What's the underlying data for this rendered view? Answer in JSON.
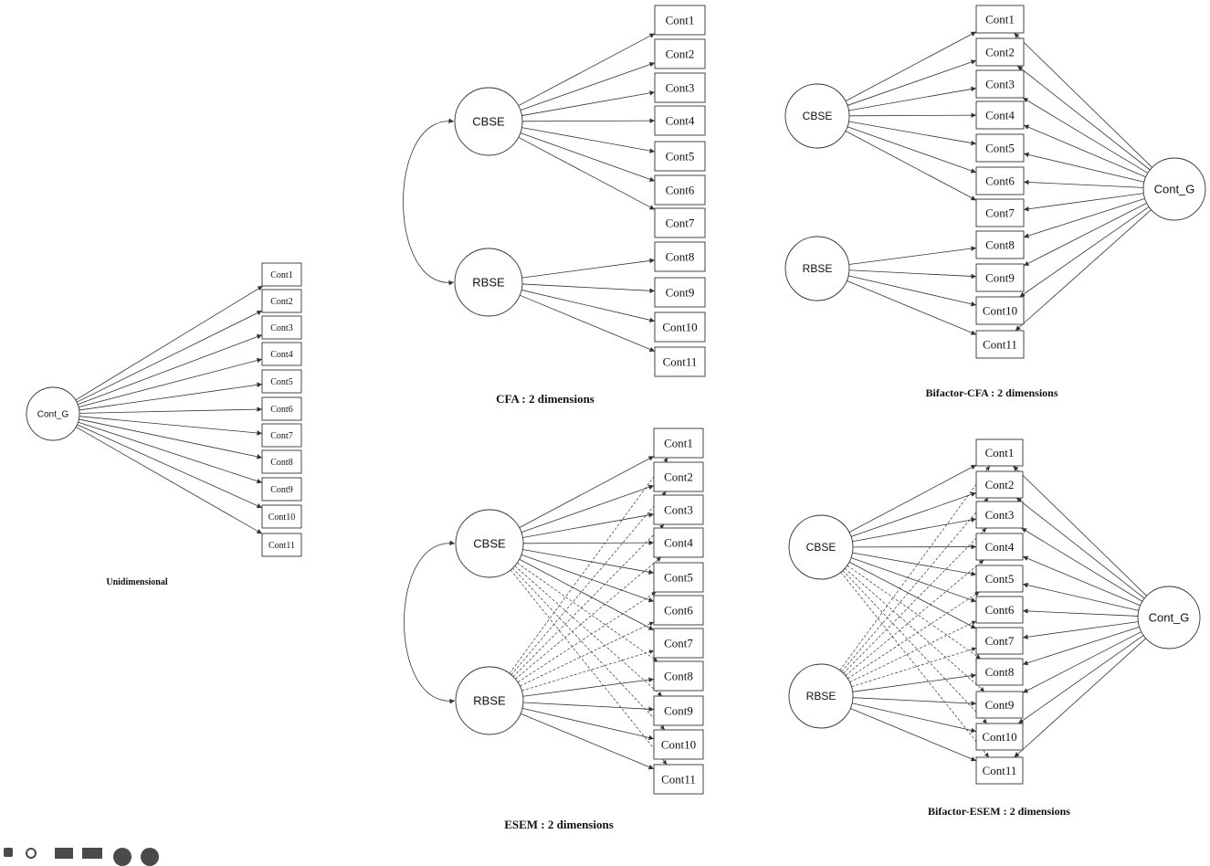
{
  "models": [
    {
      "id": "unidimensional",
      "caption": "Unidimensional",
      "general_factor": "Cont_G",
      "factors": [],
      "indicators": [
        "Cont1",
        "Cont2",
        "Cont3",
        "Cont4",
        "Cont5",
        "Cont6",
        "Cont7",
        "Cont8",
        "Cont9",
        "Cont10",
        "Cont11"
      ],
      "cross_loadings": false
    },
    {
      "id": "cfa",
      "caption": "CFA : 2 dimensions",
      "general_factor": null,
      "factors": [
        {
          "name": "CBSE",
          "indicators": [
            "Cont1",
            "Cont2",
            "Cont3",
            "Cont4",
            "Cont5",
            "Cont6",
            "Cont7"
          ]
        },
        {
          "name": "RBSE",
          "indicators": [
            "Cont8",
            "Cont9",
            "Cont10",
            "Cont11"
          ]
        }
      ],
      "factor_correlation": true,
      "indicators": [
        "Cont1",
        "Cont2",
        "Cont3",
        "Cont4",
        "Cont5",
        "Cont6",
        "Cont7",
        "Cont8",
        "Cont9",
        "Cont10",
        "Cont11"
      ],
      "cross_loadings": false
    },
    {
      "id": "bifactor-cfa",
      "caption": "Bifactor-CFA : 2 dimensions",
      "general_factor": "Cont_G",
      "factors": [
        {
          "name": "CBSE",
          "indicators": [
            "Cont1",
            "Cont2",
            "Cont3",
            "Cont4",
            "Cont5",
            "Cont6",
            "Cont7"
          ]
        },
        {
          "name": "RBSE",
          "indicators": [
            "Cont8",
            "Cont9",
            "Cont10",
            "Cont11"
          ]
        }
      ],
      "factor_correlation": false,
      "indicators": [
        "Cont1",
        "Cont2",
        "Cont3",
        "Cont4",
        "Cont5",
        "Cont6",
        "Cont7",
        "Cont8",
        "Cont9",
        "Cont10",
        "Cont11"
      ],
      "cross_loadings": false
    },
    {
      "id": "esem",
      "caption": "ESEM : 2 dimensions",
      "general_factor": null,
      "factors": [
        {
          "name": "CBSE",
          "indicators": [
            "Cont1",
            "Cont2",
            "Cont3",
            "Cont4",
            "Cont5",
            "Cont6",
            "Cont7"
          ]
        },
        {
          "name": "RBSE",
          "indicators": [
            "Cont8",
            "Cont9",
            "Cont10",
            "Cont11"
          ]
        }
      ],
      "factor_correlation": true,
      "indicators": [
        "Cont1",
        "Cont2",
        "Cont3",
        "Cont4",
        "Cont5",
        "Cont6",
        "Cont7",
        "Cont8",
        "Cont9",
        "Cont10",
        "Cont11"
      ],
      "cross_loadings": true
    },
    {
      "id": "bifactor-esem",
      "caption": "Bifactor-ESEM : 2 dimensions",
      "general_factor": "Cont_G",
      "factors": [
        {
          "name": "CBSE",
          "indicators": [
            "Cont1",
            "Cont2",
            "Cont3",
            "Cont4",
            "Cont5",
            "Cont6",
            "Cont7"
          ]
        },
        {
          "name": "RBSE",
          "indicators": [
            "Cont8",
            "Cont9",
            "Cont10",
            "Cont11"
          ]
        }
      ],
      "factor_correlation": false,
      "indicators": [
        "Cont1",
        "Cont2",
        "Cont3",
        "Cont4",
        "Cont5",
        "Cont6",
        "Cont7",
        "Cont8",
        "Cont9",
        "Cont10",
        "Cont11"
      ],
      "cross_loadings": true
    }
  ],
  "colors": {
    "line": "#333333",
    "text": "#111111",
    "background": "#ffffff"
  },
  "toolbar": {
    "icons": [
      "pencil-icon",
      "search-icon",
      "panel-icon",
      "export-icon",
      "circle-icon",
      "link-icon"
    ]
  }
}
